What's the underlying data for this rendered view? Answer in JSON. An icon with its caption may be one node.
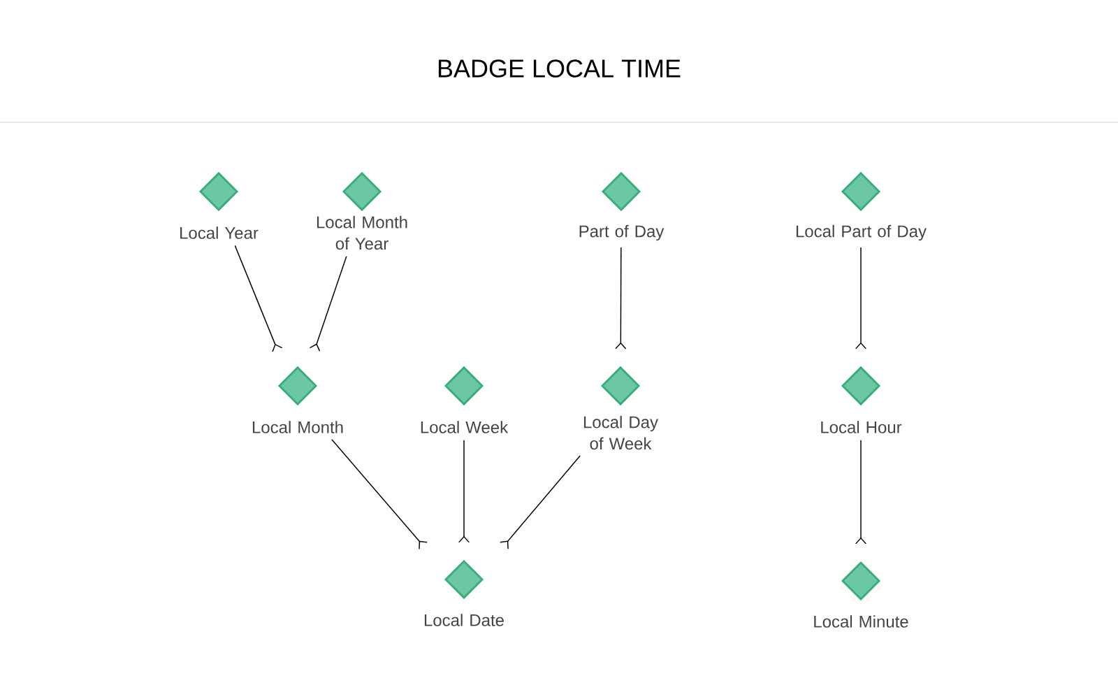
{
  "diagram": {
    "title": "BADGE LOCAL TIME",
    "nodes": [
      {
        "text": [
          "Local Year"
        ]
      },
      {
        "text": [
          "Local Month of Year"
        ]
      },
      {
        "text": [
          "Part of Day"
        ]
      },
      {
        "text": [
          "Local Part of Day"
        ]
      },
      {
        "text": [
          "Local Month"
        ]
      },
      {
        "text": [
          "Local Week"
        ]
      },
      {
        "text": [
          "Local Day of Week"
        ]
      },
      {
        "text": [
          "Local Hour"
        ]
      },
      {
        "text": [
          "Local Date"
        ]
      },
      {
        "text": [
          "Local Minute"
        ]
      }
    ],
    "edges": [
      {
        "from": 0,
        "to": 4,
        "arrow": "other"
      },
      {
        "from": 1,
        "to": 4,
        "arrow": "other"
      },
      {
        "from": 2,
        "to": 6,
        "arrow": "other"
      },
      {
        "from": 3,
        "to": 7,
        "arrow": "other"
      },
      {
        "from": 4,
        "to": 8,
        "arrow": "other"
      },
      {
        "from": 5,
        "to": 8,
        "arrow": "other"
      },
      {
        "from": 6,
        "to": 8,
        "arrow": "other"
      },
      {
        "from": 7,
        "to": 9,
        "arrow": "other"
      }
    ]
  }
}
